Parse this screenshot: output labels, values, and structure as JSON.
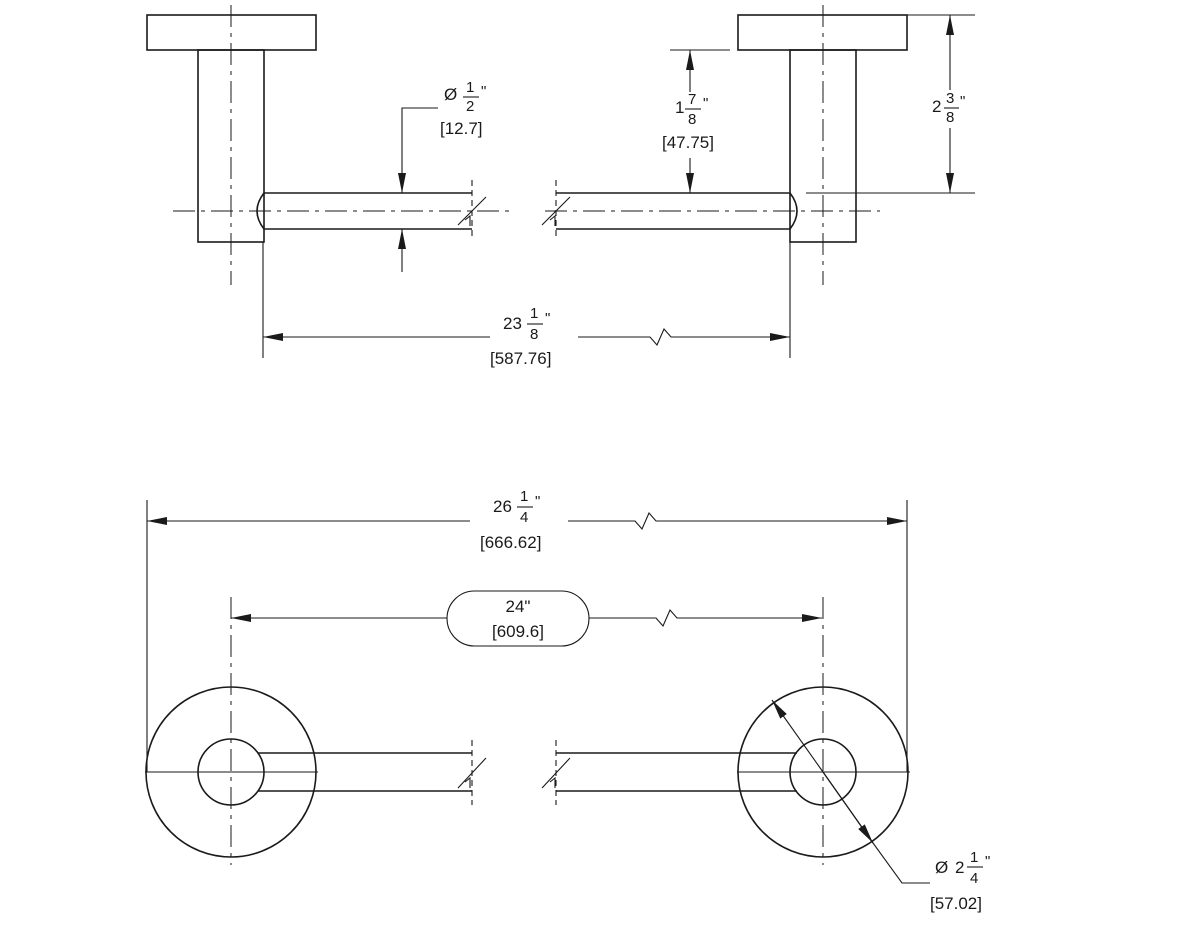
{
  "dimensions": {
    "rod_diameter": {
      "symbol": "Ø",
      "whole": "",
      "numerator": "1",
      "denominator": "2",
      "unit": "\"",
      "metric": "[12.7]"
    },
    "rod_height": {
      "symbol": "",
      "whole": "1",
      "numerator": "7",
      "denominator": "8",
      "unit": "\"",
      "metric": "[47.75]"
    },
    "overall_height": {
      "symbol": "",
      "whole": "2",
      "numerator": "3",
      "denominator": "8",
      "unit": "\"",
      "metric": ""
    },
    "rod_length": {
      "symbol": "",
      "whole": "23",
      "numerator": "1",
      "denominator": "8",
      "unit": "\"",
      "metric": "[587.76]"
    },
    "overall_length": {
      "symbol": "",
      "whole": "26",
      "numerator": "1",
      "denominator": "4",
      "unit": "\"",
      "metric": "[666.62]"
    },
    "center_to_center": {
      "label": "24\"",
      "metric": "[609.6]"
    },
    "flange_diameter": {
      "symbol": "Ø",
      "whole": "2",
      "numerator": "1",
      "denominator": "4",
      "unit": "\"",
      "metric": "[57.02]"
    }
  },
  "colors": {
    "line": "#1a1a1a",
    "background": "#ffffff"
  }
}
